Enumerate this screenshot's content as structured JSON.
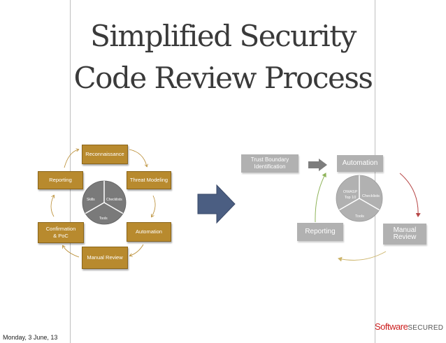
{
  "slide": {
    "title_line1": "Simplified Security",
    "title_line2": "Code Review Process"
  },
  "left_cycle": {
    "boxes": {
      "reconnaissance": "Reconnaissance",
      "threat_modeling": "Threat Modeling",
      "automation": "Automation",
      "manual_review": "Manual Review",
      "confirmation": "Confirmation & PoC",
      "reporting": "Reporting"
    },
    "center": {
      "skills": "Skills",
      "checklists": "Checklists",
      "tools": "Tools"
    }
  },
  "right_cycle": {
    "trust_boundary": "Trust Boundary Identification",
    "automation": "Automation",
    "manual_review": "Manual Review",
    "reporting": "Reporting",
    "center": {
      "owasp": "OWASP Top 10",
      "checklists": "Checklists",
      "tools": "Tools"
    }
  },
  "footer": {
    "date": "Monday, 3 June, 13",
    "brand_part1": "Software",
    "brand_part2": "SECURED"
  },
  "colors": {
    "brown": "#b88a2e",
    "gray": "#b1b1b1",
    "center_left": "#7a7a7a",
    "arrow_blue": "#4b5e82"
  }
}
